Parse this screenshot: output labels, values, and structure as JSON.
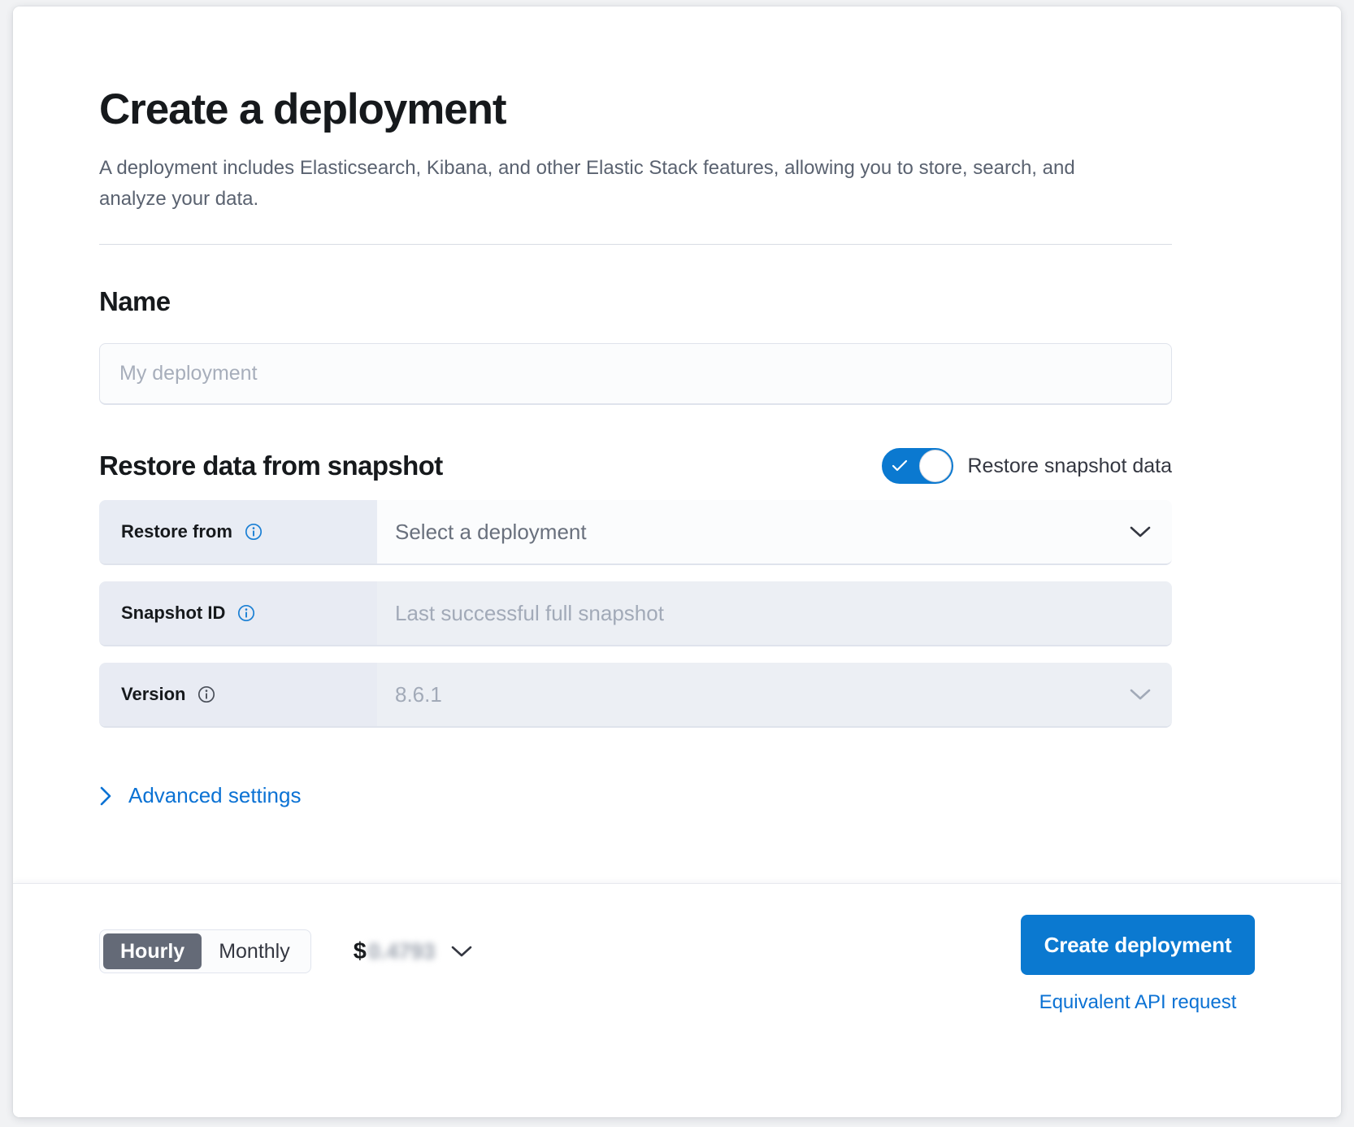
{
  "header": {
    "title": "Create a deployment",
    "description": "A deployment includes Elasticsearch, Kibana, and other Elastic Stack features, allowing you to store, search, and analyze your data."
  },
  "name_section": {
    "title": "Name",
    "input_placeholder": "My deployment",
    "input_value": ""
  },
  "snapshot_section": {
    "title": "Restore data from snapshot",
    "toggle_label": "Restore snapshot data",
    "toggle_on": true,
    "rows": [
      {
        "label": "Restore from",
        "info_icon": "info-circle-icon",
        "value": "Select a deployment",
        "control": "select",
        "chevron_icon": "chevron-down-icon",
        "disabled": false
      },
      {
        "label": "Snapshot ID",
        "info_icon": "info-circle-icon",
        "value": "Last successful full snapshot",
        "control": "text",
        "chevron_icon": "",
        "disabled": true
      },
      {
        "label": "Version",
        "info_icon": "info-circle-icon",
        "value": "8.6.1",
        "control": "select",
        "chevron_icon": "chevron-down-icon",
        "disabled": true
      }
    ]
  },
  "advanced": {
    "label": "Advanced settings",
    "icon": "chevron-right-icon",
    "expanded": false
  },
  "footer": {
    "billing_options": [
      {
        "label": "Hourly",
        "selected": true
      },
      {
        "label": "Monthly",
        "selected": false
      }
    ],
    "price_currency": "$",
    "price_value": "0.4793",
    "price_redacted": true,
    "price_chevron_icon": "chevron-down-icon",
    "create_button": "Create deployment",
    "api_link": "Equivalent API request"
  },
  "colors": {
    "accent_blue": "#0b79d0",
    "link_blue": "#0b72d4",
    "text_dark": "#16191c",
    "text_muted": "#5a6270",
    "placeholder": "#a7aebb",
    "prepend_bg": "#e8ecf4",
    "field_bg": "#fbfcfd",
    "disabled_field_bg": "#eceff4",
    "segment_active_bg": "#646a77"
  }
}
